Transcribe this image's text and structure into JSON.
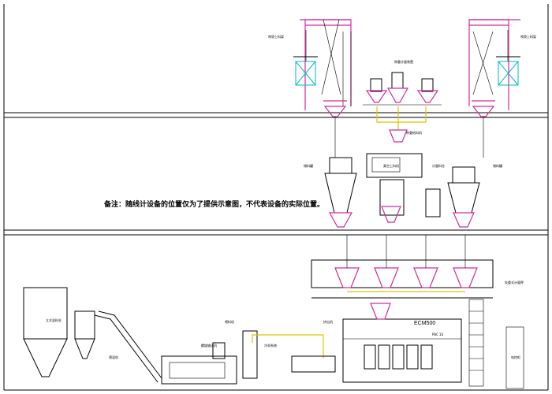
{
  "note": {
    "text": "备注：随线计设备的位置仅为了提供示意图，不代表设备的实际位置。"
  },
  "model": {
    "name": "ECM500",
    "sub": "P8C 1S"
  },
  "labels": {
    "left_crane": "吨袋上料架",
    "right_crane": "吨袋上料架",
    "top_mixer": "称重计量装置",
    "mid_hopper": "称重给料机",
    "mid_box": "真空上料机",
    "left_silo": "储料罐",
    "right_silo1": "计量料仓",
    "right_silo2": "储料罐",
    "platform": "失重式计量秤",
    "big_silo": "立式混料仓",
    "mixer_bottom": "预混机",
    "conveyor": "螺旋输送机",
    "feeder": "喂料机",
    "extruder_label": "挤出机",
    "cooling": "冷却系统",
    "control": "电控柜"
  }
}
